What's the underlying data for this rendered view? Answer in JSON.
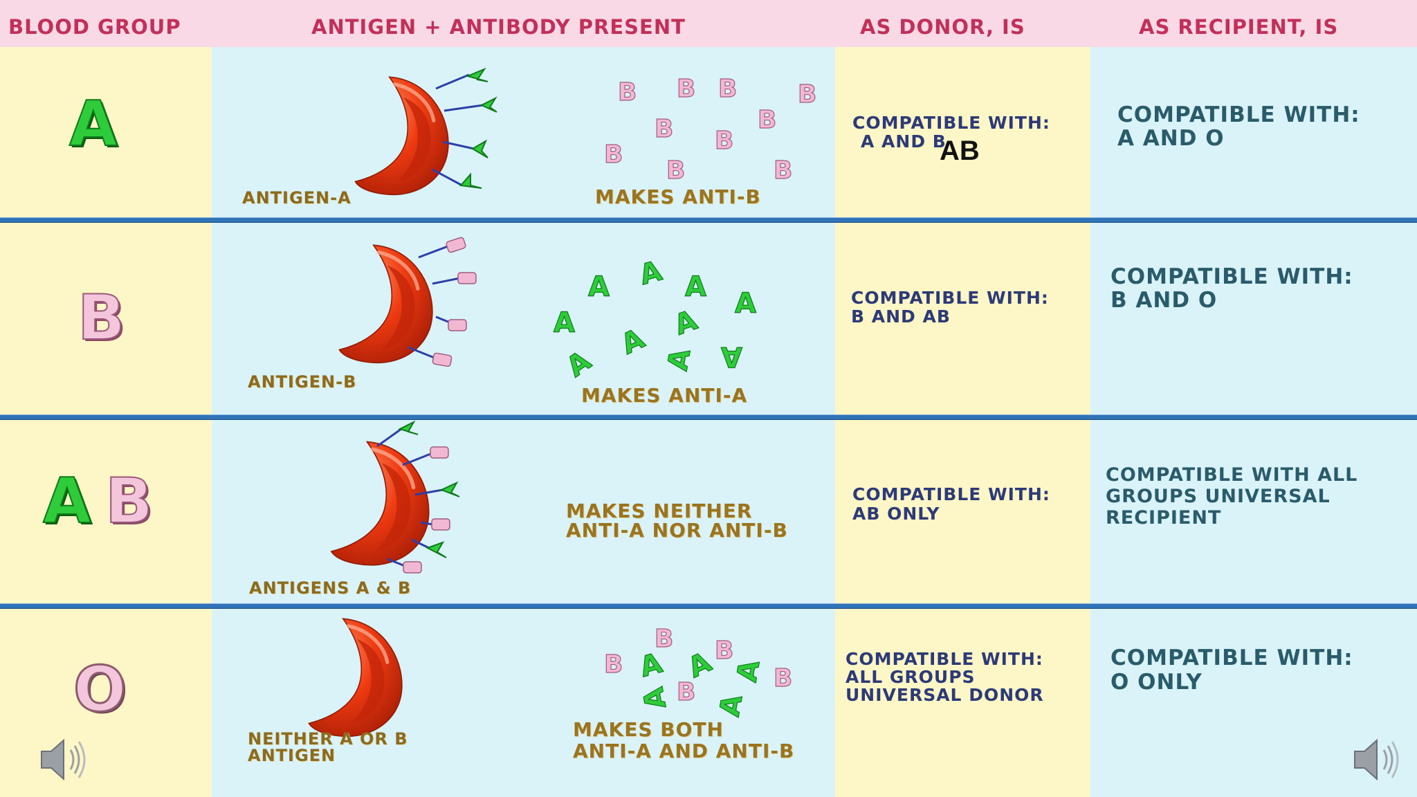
{
  "headers": {
    "blood_group": "BLOOD GROUP",
    "antigen_antibody": "ANTIGEN + ANTIBODY PRESENT",
    "as_donor": "AS DONOR, IS",
    "as_recipient": "AS RECIPIENT, IS"
  },
  "rows": [
    {
      "group": "A",
      "antigen_label": "ANTIGEN-A",
      "antibody_label": "MAKES ANTI-B",
      "donor_line1": "COMPATIBLE WITH:",
      "donor_line2": "A AND B",
      "donor_overlay": "AB",
      "recipient_line1": "COMPATIBLE WITH:",
      "recipient_line2": "A AND O"
    },
    {
      "group": "B",
      "antigen_label": "ANTIGEN-B",
      "antibody_label": "MAKES ANTI-A",
      "donor_line1": "COMPATIBLE WITH:",
      "donor_line2": "B AND AB",
      "recipient_line1": "COMPATIBLE WITH:",
      "recipient_line2": "B AND O"
    },
    {
      "group": "AB",
      "group_part_a": "A",
      "group_part_b": "B",
      "antigen_label": "ANTIGENS A & B",
      "antibody_line1": "MAKES NEITHER",
      "antibody_line2": "ANTI-A NOR ANTI-B",
      "donor_line1": "COMPATIBLE WITH:",
      "donor_line2": "AB ONLY",
      "recipient_line1": "COMPATIBLE WITH ALL",
      "recipient_line2": "GROUPS UNIVERSAL",
      "recipient_line3": "RECIPIENT"
    },
    {
      "group": "O",
      "antigen_line1": "NEITHER A OR B",
      "antigen_line2": "ANTIGEN",
      "antibody_line1": "MAKES BOTH",
      "antibody_line2": "ANTI-A AND ANTI-B",
      "donor_line1": "COMPATIBLE WITH:",
      "donor_line2": "ALL GROUPS",
      "donor_line3": "UNIVERSAL DONOR",
      "recipient_line1": "COMPATIBLE WITH:",
      "recipient_line2": "O ONLY"
    }
  ],
  "colors": {
    "header_bg": "#f9d9e6",
    "header_text": "#c2305a",
    "col_yellow": "#fdf6c6",
    "col_blue": "#d9f3f9",
    "separator": "#2f73b8",
    "cell_red": "#e8300e",
    "antigen_a_green": "#2ecc3a",
    "antigen_b_pink": "#f2b8d2"
  },
  "icons": {
    "left_audio": "speaker-icon",
    "right_audio": "speaker-icon"
  }
}
